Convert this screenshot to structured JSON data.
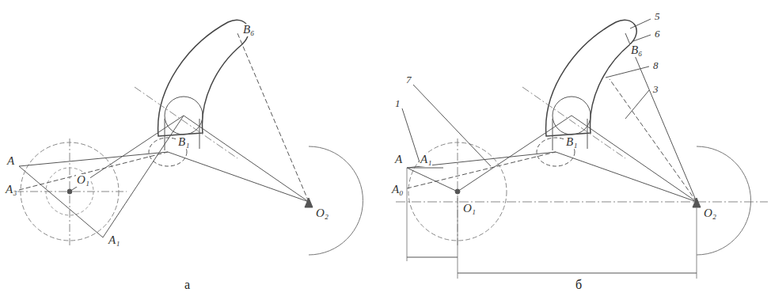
{
  "diagram": {
    "labels": [
      "B₆",
      "B₁",
      "A",
      "A₃",
      "O₁",
      "A₁",
      "O₂",
      "а",
      "5",
      "6",
      "B₆",
      "8",
      "3",
      "7",
      "1",
      "A",
      "A₁",
      "A₀",
      "O₁",
      "O₂",
      "B₁",
      "б"
    ]
  }
}
